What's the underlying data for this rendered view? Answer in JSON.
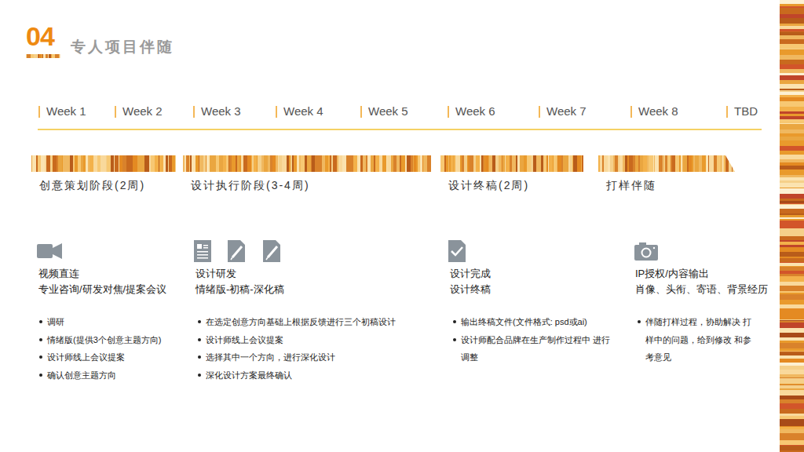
{
  "diagram": {
    "title": "专人项目伴随",
    "nodes": [
      {
        "text": [
          "创意策划阶段(2周)"
        ]
      },
      {
        "text": [
          "设计执行阶段(3-4周)"
        ]
      },
      {
        "text": [
          "设计终稿(2周)"
        ]
      },
      {
        "text": [
          "打样伴随"
        ]
      }
    ],
    "labels": [
      "04",
      "Week 1",
      "Week 2",
      "Week 3",
      "Week 4",
      "Week 5",
      "Week 6",
      "Week 7",
      "Week 8",
      "TBD",
      "视频直连",
      "专业咨询/研发对焦/提案会议",
      "调研",
      "情绪版(提供3个创意主题方向)",
      "设计师线上会议提案",
      "确认创意主题方向",
      "设计研发",
      "情绪版-初稿-深化稿",
      "在选定创意方向基础上根据反馈进行三个初稿设计",
      "设计师线上会议提案",
      "选择其中一个方向，进行深化设计",
      "深化设计方案最终确认",
      "设计完成",
      "设计终稿",
      "输出终稿文件(文件格式: psd或ai)",
      "设计师配合品牌在生产制作过程中 进行调整",
      "IP授权/内容输出",
      "肖像、头衔、寄语、背景经历",
      "伴随打样过程，协助解决 打样中的问题，给到修改 和参考意见"
    ]
  }
}
